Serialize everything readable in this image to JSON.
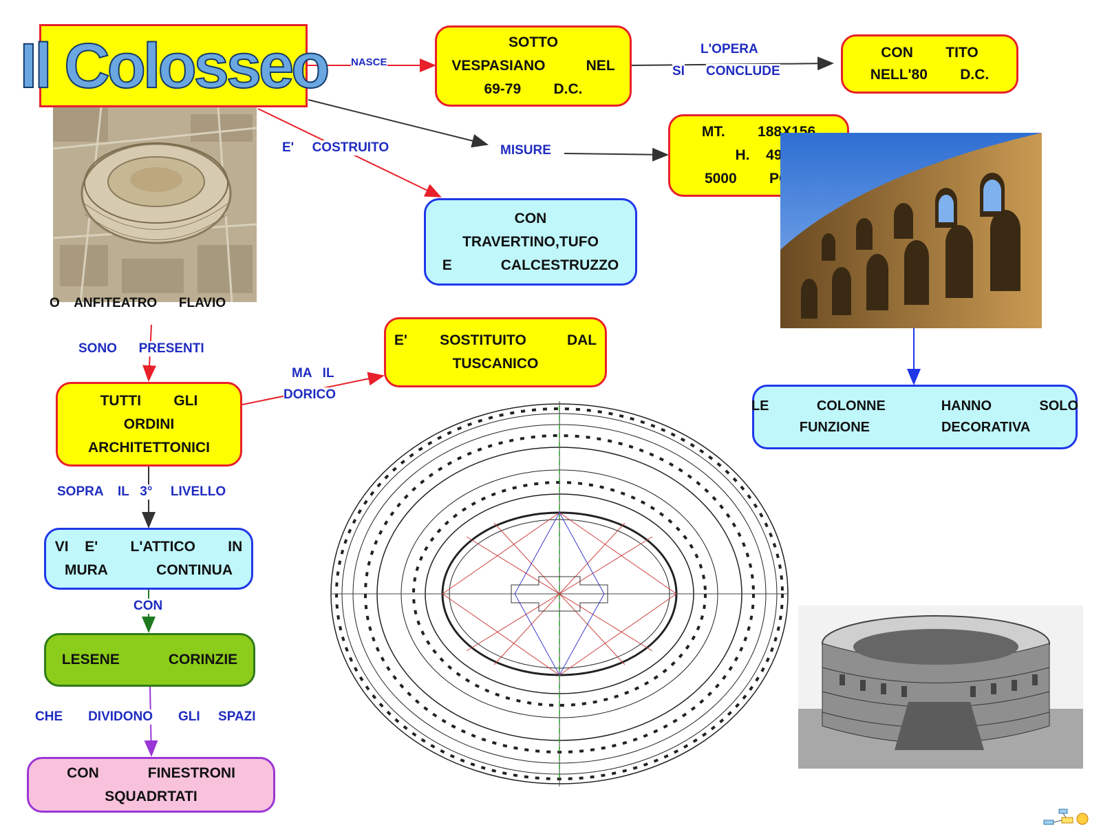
{
  "title": "Il Colosseo",
  "caption_anfiteatro": "O    ANFITEATRO      FLAVIO",
  "nodes": {
    "sotto": "SOTTO\nVESPASIANO     NEL\n69-79    D.C.",
    "tito": "CON    TITO\nNELL'80    D.C.",
    "misure": "MT.    188X156\nH.  49\n5000    POSTI",
    "materiali": "CON\nTRAVERTINO,TUFO\nE      CALCESTRUZZO",
    "tuscanico": "E'    SOSTITUITO     DAL\nTUSCANICO",
    "ordini": "TUTTI    GLI\nORDINI\nARCHITETTONICI",
    "colonne": "LE      COLONNE       HANNO      SOLO\nFUNZIONE         DECORATIVA",
    "attico": "VI  E'    L'ATTICO    IN\nMURA      CONTINUA",
    "lesene": "LESENE      CORINZIE",
    "finestroni": "CON      FINESTRONI\nSQUADRTATI"
  },
  "labels": {
    "nasce": "NASCE",
    "opera_1": "L'OPERA",
    "opera_si": "SI",
    "opera_2": "CONCLUDE",
    "costruito": "E'     COSTRUITO",
    "misure": "MISURE",
    "presenti": "SONO      PRESENTI",
    "ma_il": "MA   IL",
    "dorico": "DORICO",
    "sopra": "SOPRA    IL   3°     LIVELLO",
    "con": "CON",
    "che": "CHE       DIVIDONO       GLI     SPAZI"
  },
  "colors": {
    "red_arrow": "#e8202a",
    "black_arrow": "#333333",
    "blue_arrow": "#1f37e8",
    "green_arrow": "#1f7a1f",
    "purple_arrow": "#9b36d6",
    "title_bg": "#ffff00",
    "title_text": "#5aa0e0"
  },
  "icons": {
    "aerial_photo": "colosseum-aerial-photo",
    "ruins_photo": "colosseum-ruins-photo",
    "plan": "colosseum-floor-plan",
    "model_photo": "colosseum-model-photo",
    "logo": "mindmap-logo-icon"
  }
}
